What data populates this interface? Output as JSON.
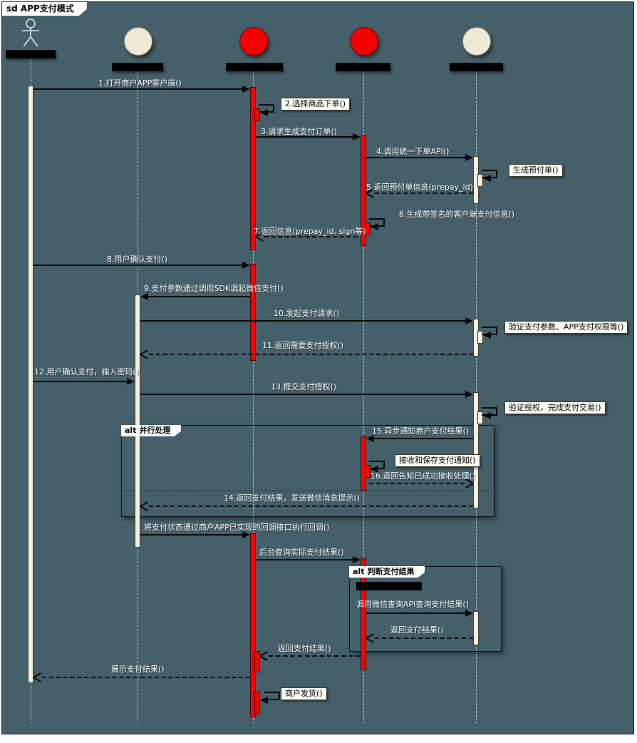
{
  "diagram": {
    "title": "sd APP支付模式",
    "colors": {
      "background": "#45606a",
      "activation_red": "#fb0200",
      "activation_beige": "#f4efdf",
      "head_red": "#f60100",
      "head_beige": "#efe9d5",
      "name_bar": "#000000",
      "message_text": "#ffffff"
    },
    "participants": [
      {
        "id": "user",
        "kind": "actor",
        "head": "stick-figure",
        "name_redacted": true
      },
      {
        "id": "p2",
        "kind": "object",
        "head": "circle-beige",
        "name_redacted": true
      },
      {
        "id": "p3",
        "kind": "object",
        "head": "circle-red",
        "name_redacted": true
      },
      {
        "id": "p4",
        "kind": "object",
        "head": "circle-red",
        "name_redacted": true
      },
      {
        "id": "p5",
        "kind": "object",
        "head": "circle-beige",
        "name_redacted": true
      }
    ],
    "fragments": {
      "alt1": {
        "operator": "alt",
        "title": "并行处理"
      },
      "alt2": {
        "operator": "alt",
        "title": "判断支付结果",
        "guard_redacted": true
      }
    },
    "messages": {
      "m1": "1.打开商户APP客户端()",
      "m2": "2.选择商品下单()",
      "m3": "3.请求生成支付订单()",
      "m4": "4.调用统一下单API()",
      "m5": "生成预付单()",
      "m6": "5.返回预付单信息(prepay_id)",
      "m7": "6.生成带签名的客户端支付信息()",
      "m8": "7.返回信息(prepay_id, sign等)",
      "m9": "8.用户确认支付()",
      "m10": "9.支付参数通过调用SDK调起微信支付()",
      "m11": "10.发起支付请求()",
      "m12": "验证支付参数、APP支付权限等()",
      "m13": "11.返回需要支付授权()",
      "m14": "12.用户确认支付，输入密码()",
      "m15": "13.提交支付授权()",
      "m16": "验证授权，完成支付交易()",
      "m17": "15.异步通知商户支付结果()",
      "m18": "接收和保存支付通知()",
      "m19": "16.返回告知已成功接收处理()",
      "m20": "14.返回支付结果，发送微信消息提示()",
      "m21": "将支付状态通过商户APP已实现的回调接口执行回调()",
      "m22": "后台查询实际支付结果()",
      "m23": "调用微信查询API查询支付结果()",
      "m24": "返回支付结果()",
      "m25": "返回支付结果()",
      "m26": "展示支付结果()",
      "m27": "商户发货()"
    }
  }
}
